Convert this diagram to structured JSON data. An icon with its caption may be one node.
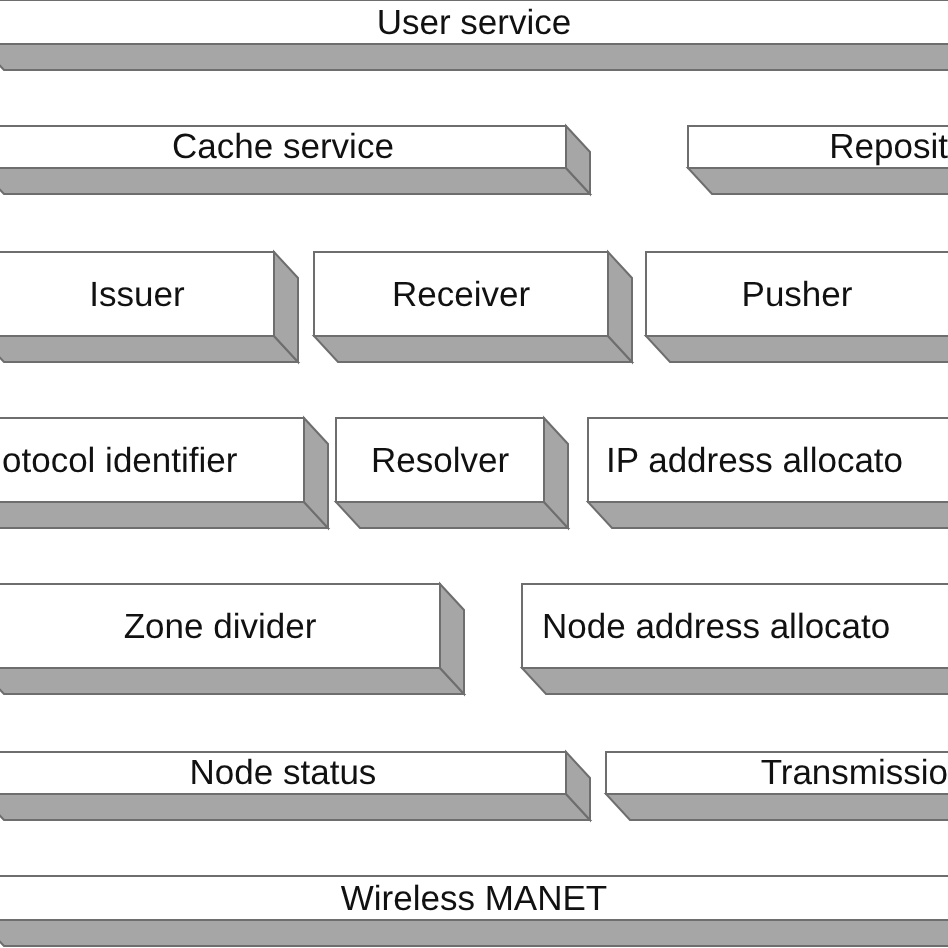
{
  "diagram": {
    "nodes": [
      {
        "text": [
          "User service"
        ]
      },
      {
        "text": [
          "Cache service"
        ]
      },
      {
        "text": [
          "Reposit"
        ]
      },
      {
        "text": [
          "Issuer"
        ]
      },
      {
        "text": [
          "Receiver"
        ]
      },
      {
        "text": [
          "Pusher"
        ]
      },
      {
        "text": [
          "otocol identifier"
        ]
      },
      {
        "text": [
          "Resolver"
        ]
      },
      {
        "text": [
          "IP address allocato"
        ]
      },
      {
        "text": [
          "Zone divider"
        ]
      },
      {
        "text": [
          "Node address allocato"
        ]
      },
      {
        "text": [
          "Node status"
        ]
      },
      {
        "text": [
          "Transmissio"
        ]
      },
      {
        "text": [
          "Wireless MANET"
        ]
      }
    ]
  }
}
